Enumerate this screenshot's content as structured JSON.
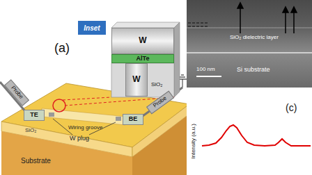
{
  "diagram": {
    "nodes": [
      {
        "text": [
          "Inset"
        ]
      },
      {
        "text": [
          "W"
        ]
      },
      {
        "text": [
          "AlTe"
        ]
      },
      {
        "text": [
          "W"
        ]
      },
      {
        "text": [
          "TE"
        ]
      },
      {
        "text": [
          "BE"
        ]
      },
      {
        "text": [
          "Probe"
        ]
      },
      {
        "text": [
          "Probe"
        ]
      }
    ],
    "labels": [
      "(a)",
      "SiO₂",
      "Wiring groove",
      "W plug",
      "SiO₂",
      "Substrate",
      "SiO₂ dielectric layer",
      "100 nm",
      "Si substrate",
      "Intensity (a.u.)",
      "(c)"
    ]
  }
}
